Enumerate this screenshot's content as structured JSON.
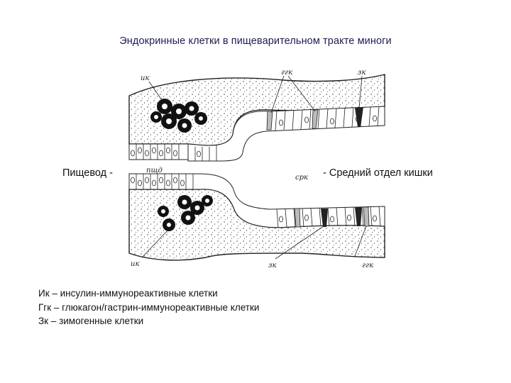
{
  "title": "Эндокринные клетки в пищеварительном тракте миноги",
  "side_labels": {
    "left": "Пищевод -",
    "right": "- Средний отдел кишки"
  },
  "figure_labels": {
    "ik_top": "ик",
    "ggk_top": "ггк",
    "zk_top": "зк",
    "pshd": "пщд",
    "srk": "срк",
    "ik_bottom": "ик",
    "zk_bottom": "зк",
    "ggk_bottom": "ггк"
  },
  "legend": [
    "Ик – инсулин-иммунореактивные клетки",
    "Ггк – глюкагон/гастрин-иммунореактивные клетки",
    "Зк – зимогенные клетки"
  ]
}
